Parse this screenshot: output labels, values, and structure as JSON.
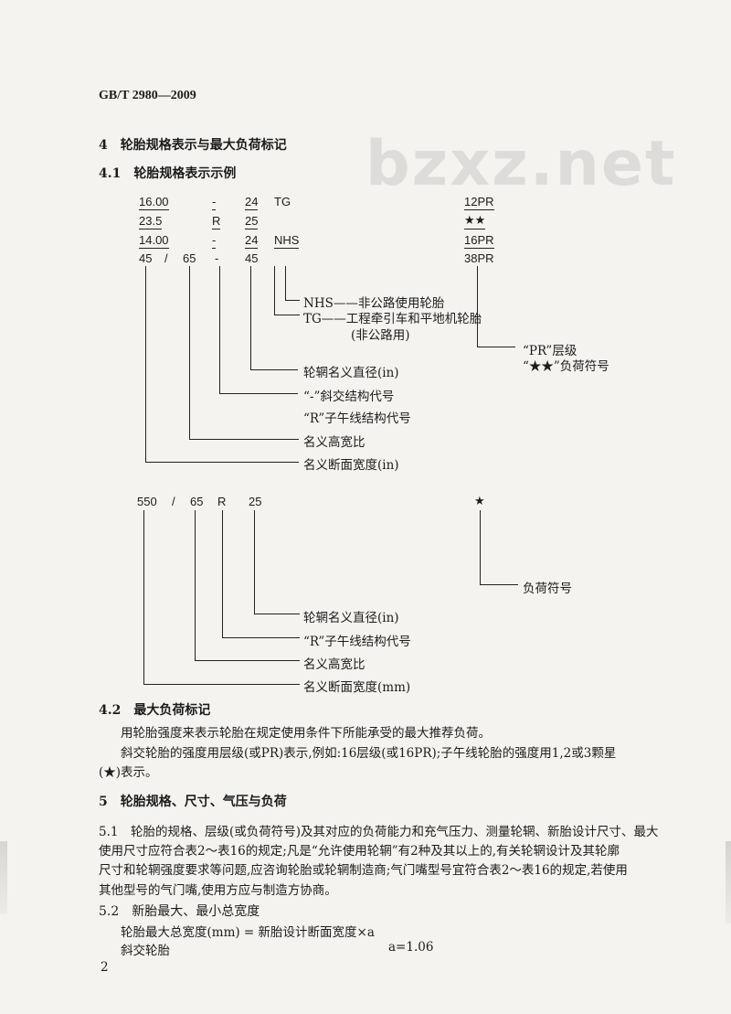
{
  "header": {
    "std_no": "GB/T 2980—2009"
  },
  "watermark": "bzxz.net",
  "section4": {
    "title": "4　轮胎规格表示与最大负荷标记",
    "s41_title": "4.1　轮胎规格表示示例"
  },
  "diagram1": {
    "rows": [
      [
        "16.00",
        "-",
        "24",
        "TG",
        "12PR"
      ],
      [
        "23.5",
        "R",
        "25",
        "",
        "★★"
      ],
      [
        "14.00",
        "-",
        "24",
        "NHS",
        "16PR"
      ],
      [
        "45",
        "/",
        "65",
        "-",
        "45",
        "38PR"
      ]
    ],
    "labels": {
      "nhs": "NHS——非公路使用轮胎",
      "tg": "TG——工程牵引车和平地机轮胎",
      "tg_note": "(非公路用)",
      "pr": "“PR”层级",
      "star": "“★★”负荷符号",
      "rim": "轮辋名义直径(in)",
      "bias": "“-”斜交结构代号",
      "radial": "“R”子午线结构代号",
      "ratio": "名义高宽比",
      "width": "名义断面宽度(in)"
    }
  },
  "diagram2": {
    "row": [
      "550",
      "/",
      "65",
      "R",
      "25",
      "★"
    ],
    "labels": {
      "load": "负荷符号",
      "rim": "轮辋名义直径(in)",
      "radial": "“R”子午线结构代号",
      "ratio": "名义高宽比",
      "width": "名义断面宽度(mm)"
    }
  },
  "s42": {
    "title": "4.2　最大负荷标记",
    "p1": "用轮胎强度来表示轮胎在规定使用条件下所能承受的最大推荐负荷。",
    "p2a": "斜交轮胎的强度用层级(或PR)表示,例如:16层级(或16PR);子午线轮胎的强度用1,2或3颗星",
    "p2b": "(★)表示。"
  },
  "section5": {
    "title": "5　轮胎规格、尺寸、气压与负荷",
    "p51a": "5.1　轮胎的规格、层级(或负荷符号)及其对应的负荷能力和充气压力、测量轮辋、新胎设计尺寸、最大",
    "p51b": "使用尺寸应符合表2～表16的规定;凡是“允许使用轮辋”有2种及其以上的,有关轮辋设计及其轮廓",
    "p51c": "尺寸和轮辋强度要求等问题,应咨询轮胎或轮辋制造商;气门嘴型号宜符合表2～表16的规定,若使用",
    "p51d": "其他型号的气门嘴,使用方应与制造方协商。",
    "s52_title": "5.2　新胎最大、最小总宽度",
    "formula": "轮胎最大总宽度(mm) = 新胎设计断面宽度×a",
    "bias_label": "斜交轮胎",
    "bias_value": "a=1.06"
  },
  "footer": {
    "page": "2"
  }
}
